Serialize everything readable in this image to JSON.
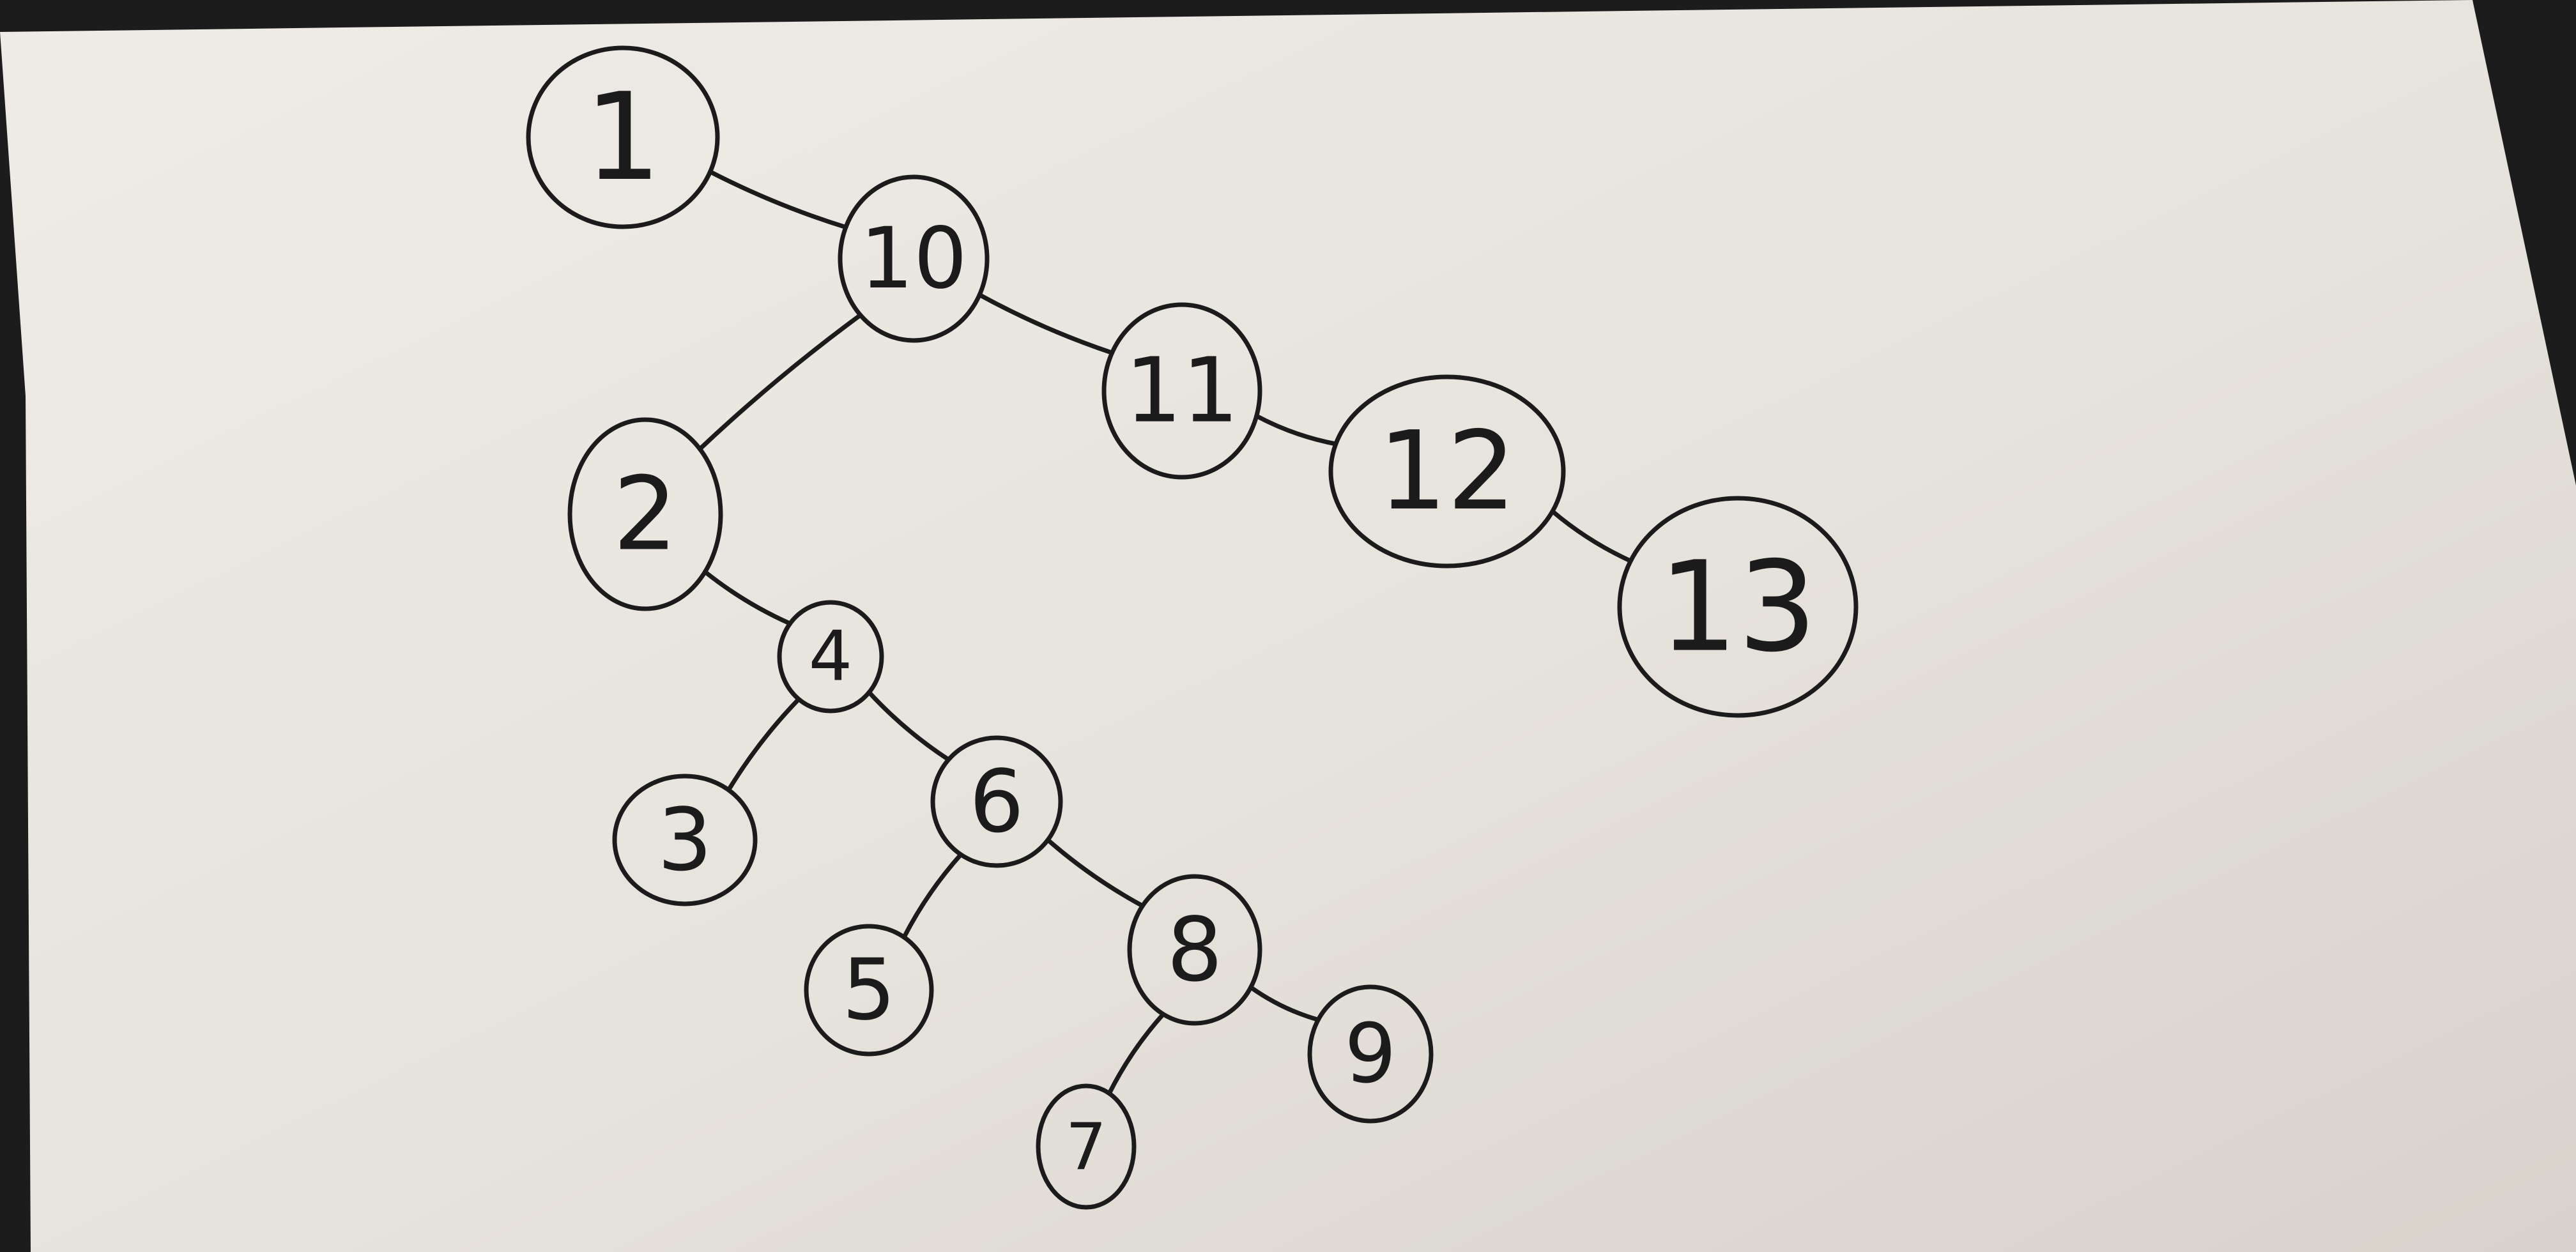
{
  "diagram": {
    "type": "binary-tree",
    "nodes": [
      {
        "id": "n1",
        "label": "1"
      },
      {
        "id": "n10",
        "label": "10"
      },
      {
        "id": "n2",
        "label": "2"
      },
      {
        "id": "n11",
        "label": "11"
      },
      {
        "id": "n12",
        "label": "12"
      },
      {
        "id": "n13",
        "label": "13"
      },
      {
        "id": "n4",
        "label": "4"
      },
      {
        "id": "n3",
        "label": "3"
      },
      {
        "id": "n6",
        "label": "6"
      },
      {
        "id": "n5",
        "label": "5"
      },
      {
        "id": "n8",
        "label": "8"
      },
      {
        "id": "n7",
        "label": "7"
      },
      {
        "id": "n9",
        "label": "9"
      }
    ],
    "edges": [
      {
        "from": "n1",
        "to": "n10"
      },
      {
        "from": "n10",
        "to": "n2"
      },
      {
        "from": "n10",
        "to": "n11"
      },
      {
        "from": "n11",
        "to": "n12"
      },
      {
        "from": "n12",
        "to": "n13"
      },
      {
        "from": "n2",
        "to": "n4"
      },
      {
        "from": "n4",
        "to": "n3"
      },
      {
        "from": "n4",
        "to": "n6"
      },
      {
        "from": "n6",
        "to": "n5"
      },
      {
        "from": "n6",
        "to": "n8"
      },
      {
        "from": "n8",
        "to": "n7"
      },
      {
        "from": "n8",
        "to": "n9"
      }
    ]
  }
}
